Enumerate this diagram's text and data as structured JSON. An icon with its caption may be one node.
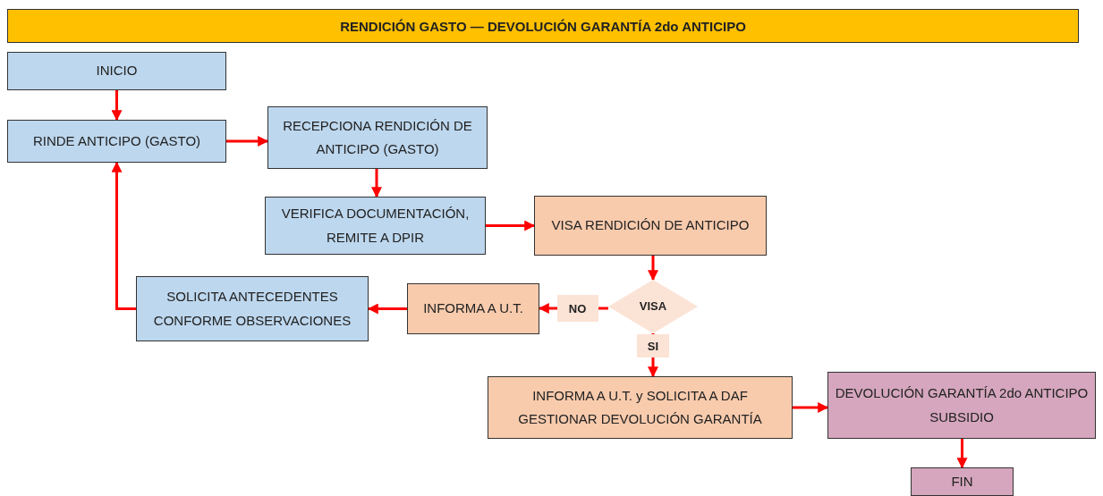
{
  "diagram": {
    "title": "RENDICIÓN GASTO — DEVOLUCIÓN GARANTÍA 2do ANTICIPO",
    "nodes": [
      {
        "text": [
          "INICIO"
        ]
      },
      {
        "text": [
          "RINDE ANTICIPO (GASTO)"
        ]
      },
      {
        "text": [
          "RECEPCIONA RENDICIÓN DE ANTICIPO (GASTO)"
        ]
      },
      {
        "text": [
          "VERIFICA DOCUMENTACIÓN, REMITE A DPIR"
        ]
      },
      {
        "text": [
          "VISA RENDICIÓN DE ANTICIPO"
        ]
      },
      {
        "text": [
          "VISA"
        ]
      },
      {
        "text": [
          "INFORMA A U.T."
        ]
      },
      {
        "text": [
          "SOLICITA ANTECEDENTES CONFORME OBSERVACIONES"
        ]
      },
      {
        "text": [
          "INFORMA A U.T. y SOLICITA A DAF GESTIONAR DEVOLUCIÓN GARANTÍA"
        ]
      },
      {
        "text": [
          "DEVOLUCIÓN GARANTÍA 2do ANTICIPO SUBSIDIO"
        ]
      },
      {
        "text": [
          "FIN"
        ]
      }
    ],
    "edges": [
      {
        "from": 0,
        "to": 1,
        "arrow": "to"
      },
      {
        "from": 1,
        "to": 2,
        "arrow": "to"
      },
      {
        "from": 2,
        "to": 3,
        "arrow": "to"
      },
      {
        "from": 3,
        "to": 4,
        "arrow": "to"
      },
      {
        "from": 4,
        "to": 5,
        "arrow": "to"
      },
      {
        "from": 5,
        "to": 6,
        "arrow": "to",
        "label": "NO"
      },
      {
        "from": 5,
        "to": 8,
        "arrow": "to",
        "label": "SI"
      },
      {
        "from": 6,
        "to": 7,
        "arrow": "to"
      },
      {
        "from": 7,
        "to": 1,
        "arrow": "to"
      },
      {
        "from": 8,
        "to": 9,
        "arrow": "to"
      },
      {
        "from": 9,
        "to": 10,
        "arrow": "to"
      }
    ]
  }
}
